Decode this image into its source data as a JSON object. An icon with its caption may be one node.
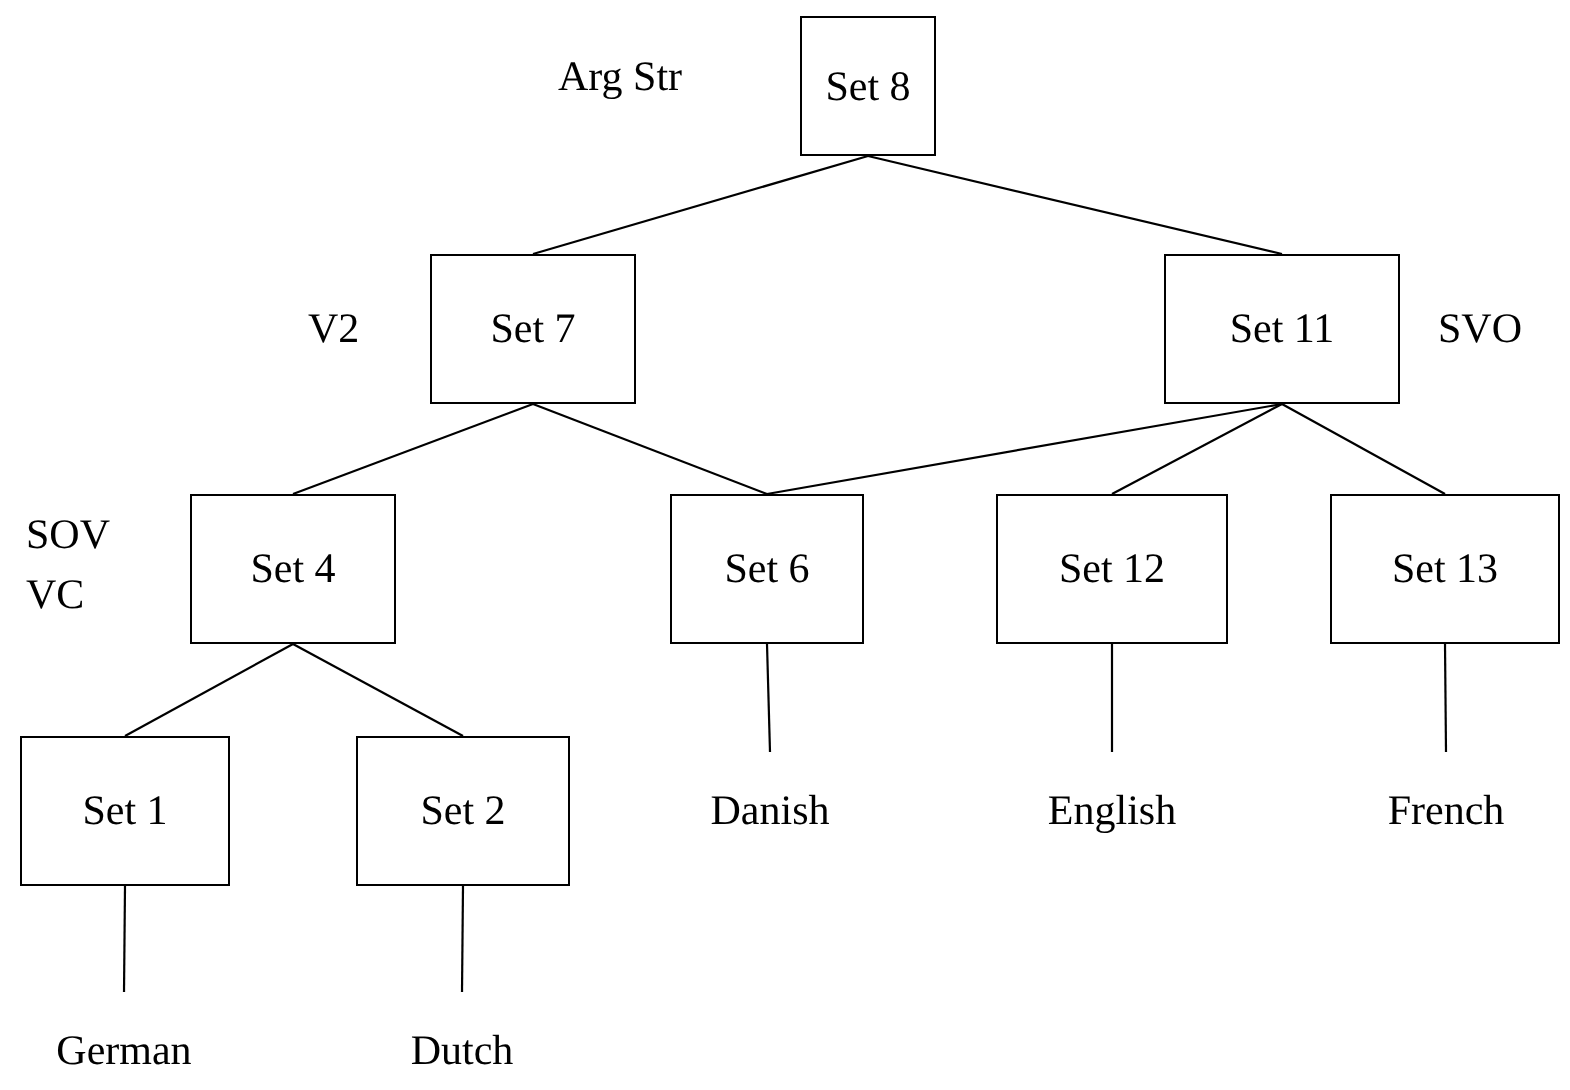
{
  "diagram": {
    "nodes": [
      {
        "text": [
          "Set 8"
        ],
        "beside": [
          "Arg Str"
        ]
      },
      {
        "text": [
          "Set 7"
        ],
        "beside": [
          "V2"
        ]
      },
      {
        "text": [
          "Set 11"
        ],
        "beside": [
          "SVO"
        ]
      },
      {
        "text": [
          "Set 4"
        ],
        "beside": [
          "SOV VC"
        ]
      },
      {
        "text": [
          "Set 6"
        ]
      },
      {
        "text": [
          "Set 12"
        ]
      },
      {
        "text": [
          "Set 13"
        ]
      },
      {
        "text": [
          "Set 1"
        ]
      },
      {
        "text": [
          "Set 2"
        ]
      },
      {
        "text": [
          "Danish"
        ]
      },
      {
        "text": [
          "English"
        ]
      },
      {
        "text": [
          "French"
        ]
      },
      {
        "text": [
          "German"
        ]
      },
      {
        "text": [
          "Dutch"
        ]
      }
    ],
    "edges": [
      {
        "from": 0,
        "to": 1,
        "arrow": "none"
      },
      {
        "from": 0,
        "to": 2,
        "arrow": "none"
      },
      {
        "from": 1,
        "to": 3,
        "arrow": "none"
      },
      {
        "from": 1,
        "to": 4,
        "arrow": "none"
      },
      {
        "from": 2,
        "to": 4,
        "arrow": "none"
      },
      {
        "from": 2,
        "to": 5,
        "arrow": "none"
      },
      {
        "from": 2,
        "to": 6,
        "arrow": "none"
      },
      {
        "from": 3,
        "to": 7,
        "arrow": "none"
      },
      {
        "from": 3,
        "to": 8,
        "arrow": "none"
      },
      {
        "from": 4,
        "to": 9,
        "arrow": "none"
      },
      {
        "from": 5,
        "to": 10,
        "arrow": "none"
      },
      {
        "from": 6,
        "to": 11,
        "arrow": "none"
      },
      {
        "from": 7,
        "to": 12,
        "arrow": "none"
      },
      {
        "from": 8,
        "to": 13,
        "arrow": "none"
      }
    ]
  }
}
